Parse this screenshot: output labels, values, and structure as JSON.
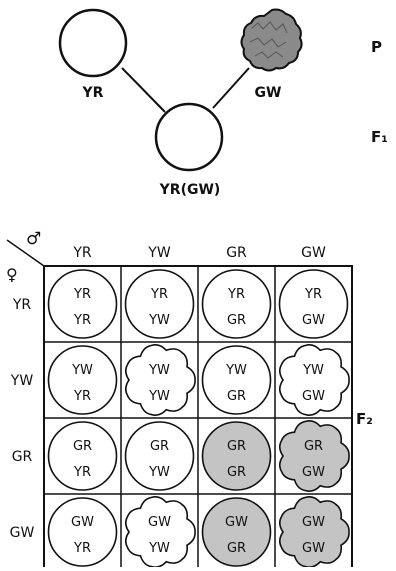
{
  "parents": {
    "left": {
      "label": "YR",
      "fill": "#ffffff"
    },
    "right": {
      "label": "GW",
      "fill": "#bdbdbd"
    },
    "hybrid": {
      "label": "YR(GW)",
      "fill": "#ffffff"
    }
  },
  "generations": {
    "p": "P",
    "f1": "F₁",
    "f2": "F₂"
  },
  "sex": {
    "male": "♂",
    "female": "♀"
  },
  "columns": [
    "YR",
    "YW",
    "GR",
    "GW"
  ],
  "rows": [
    "YR",
    "YW",
    "GR",
    "GW"
  ],
  "grid": [
    [
      {
        "top": "YR",
        "bottom": "YR",
        "shade": "white",
        "wrinkled": false
      },
      {
        "top": "YR",
        "bottom": "YW",
        "shade": "white",
        "wrinkled": false
      },
      {
        "top": "YR",
        "bottom": "GR",
        "shade": "white",
        "wrinkled": false
      },
      {
        "top": "YR",
        "bottom": "GW",
        "shade": "white",
        "wrinkled": false
      }
    ],
    [
      {
        "top": "YW",
        "bottom": "YR",
        "shade": "white",
        "wrinkled": false
      },
      {
        "top": "YW",
        "bottom": "YW",
        "shade": "white",
        "wrinkled": true
      },
      {
        "top": "YW",
        "bottom": "GR",
        "shade": "white",
        "wrinkled": false
      },
      {
        "top": "YW",
        "bottom": "GW",
        "shade": "white",
        "wrinkled": true
      }
    ],
    [
      {
        "top": "GR",
        "bottom": "YR",
        "shade": "white",
        "wrinkled": false
      },
      {
        "top": "GR",
        "bottom": "YW",
        "shade": "white",
        "wrinkled": false
      },
      {
        "top": "GR",
        "bottom": "GR",
        "shade": "gray",
        "wrinkled": false
      },
      {
        "top": "GR",
        "bottom": "GW",
        "shade": "gray",
        "wrinkled": true
      }
    ],
    [
      {
        "top": "GW",
        "bottom": "YR",
        "shade": "white",
        "wrinkled": false
      },
      {
        "top": "GW",
        "bottom": "YW",
        "shade": "white",
        "wrinkled": true
      },
      {
        "top": "GW",
        "bottom": "GR",
        "shade": "gray",
        "wrinkled": false
      },
      {
        "top": "GW",
        "bottom": "GW",
        "shade": "gray",
        "wrinkled": true
      }
    ]
  ],
  "colors": {
    "white": "#ffffff",
    "gray": "#c4c4c4",
    "ink": "#111111"
  }
}
